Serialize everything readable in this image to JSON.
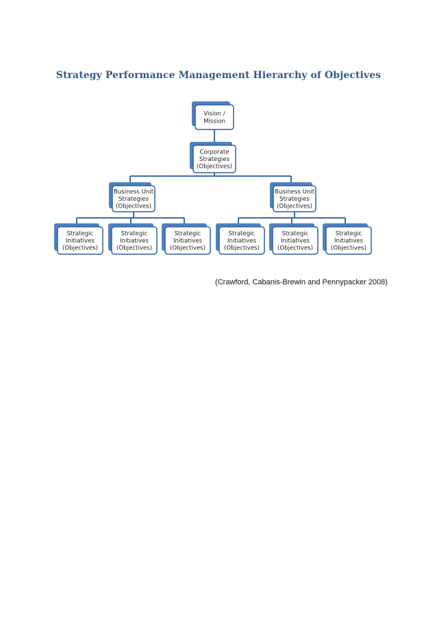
{
  "title": "Strategy Performance Management Hierarchy of Objectives",
  "citation": "(Crawford, Cabanis-Brewin and Pennypacker 2008)",
  "colors": {
    "title": "#2e5a88",
    "tab": "#4f81bd",
    "border": "#2f5f9e",
    "connector": "#3c6aa6",
    "box_fill": "#ffffff"
  },
  "diagram": {
    "root": {
      "lines": [
        "Vision /",
        "Mission"
      ]
    },
    "corporate": {
      "lines": [
        "Corporate",
        "Strategies",
        "(Objectives)"
      ]
    },
    "business_units": [
      {
        "lines": [
          "Business Unit",
          "Strategies",
          "(Objectives)"
        ],
        "initiatives": [
          {
            "lines": [
              "Strategic",
              "Initiatives",
              "(Objectives)"
            ]
          },
          {
            "lines": [
              "Strategic",
              "Initiatives",
              "(Objectives)"
            ]
          },
          {
            "lines": [
              "Strategic",
              "Initiatives",
              "(Objectives)"
            ]
          }
        ]
      },
      {
        "lines": [
          "Business Unit",
          "Strategies",
          "(Objectives)"
        ],
        "initiatives": [
          {
            "lines": [
              "Strategic",
              "Initiatives",
              "(Objectives)"
            ]
          },
          {
            "lines": [
              "Strategic",
              "Initiatives",
              "(Objectives)"
            ]
          },
          {
            "lines": [
              "Strategic",
              "Initiatives",
              "(Objectives)"
            ]
          }
        ]
      }
    ]
  }
}
